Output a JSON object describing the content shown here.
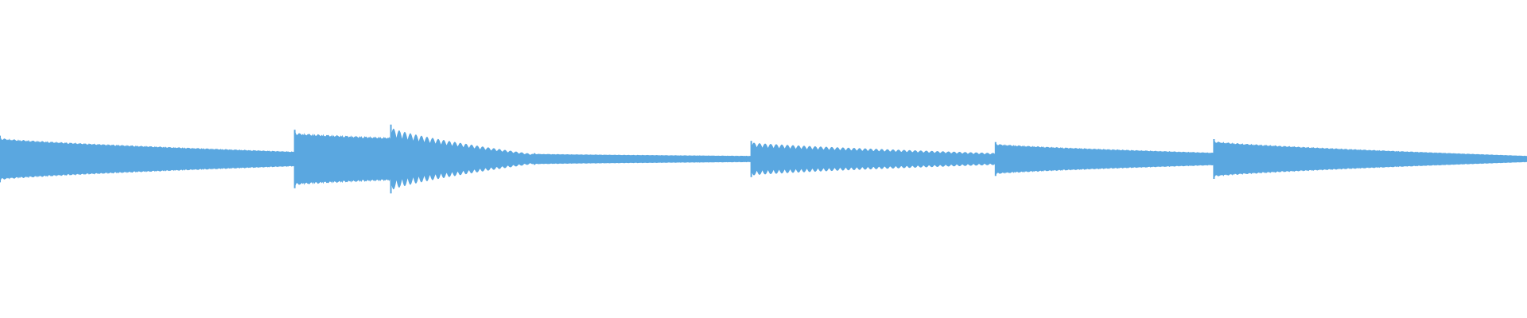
{
  "waveform": {
    "color": "#5aa7e0",
    "background": "#ffffff",
    "duration_fraction_segments": [
      {
        "start": 0.0,
        "end": 0.193,
        "peak_start": 0.8,
        "peak_end": 0.28,
        "texture": "fine"
      },
      {
        "start": 0.193,
        "end": 0.256,
        "peak_start": 1.0,
        "peak_end": 0.82,
        "texture": "fine"
      },
      {
        "start": 0.256,
        "end": 0.35,
        "peak_start": 1.18,
        "peak_end": 0.18,
        "texture": "pulsed"
      },
      {
        "start": 0.35,
        "end": 0.492,
        "peak_start": 0.2,
        "peak_end": 0.12,
        "texture": "fine"
      },
      {
        "start": 0.492,
        "end": 0.652,
        "peak_start": 0.62,
        "peak_end": 0.22,
        "texture": "pulsed"
      },
      {
        "start": 0.652,
        "end": 0.795,
        "peak_start": 0.58,
        "peak_end": 0.24,
        "texture": "fine"
      },
      {
        "start": 0.795,
        "end": 1.0,
        "peak_start": 0.68,
        "peak_end": 0.12,
        "texture": "fine"
      }
    ]
  }
}
